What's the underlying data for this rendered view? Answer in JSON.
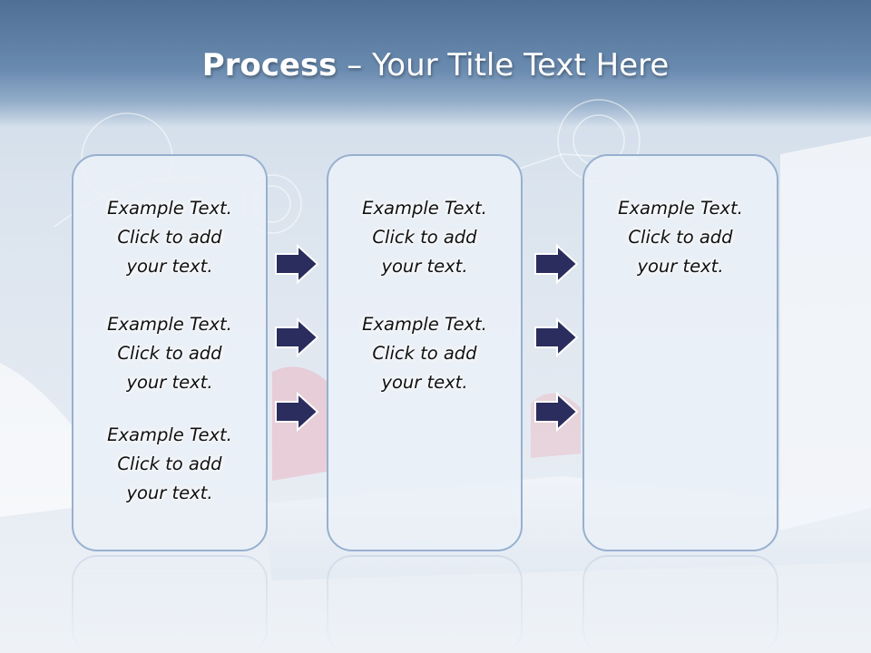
{
  "title": {
    "bold": "Process",
    "rest": " – Your Title Text Here"
  },
  "blocks": [
    {
      "items": [
        {
          "line1": "Example Text.",
          "line2": "Click  to add",
          "line3": "your text."
        },
        {
          "line1": "Example Text.",
          "line2": "Click  to add",
          "line3": "your text."
        },
        {
          "line1": "Example Text.",
          "line2": "Click  to add",
          "line3": "your text."
        }
      ]
    },
    {
      "items": [
        {
          "line1": "Example Text.",
          "line2": "Click  to add",
          "line3": "your text."
        },
        {
          "line1": "Example Text.",
          "line2": "Click  to add",
          "line3": "your text."
        }
      ]
    },
    {
      "items": [
        {
          "line1": "Example Text.",
          "line2": "Click  to add",
          "line3": "your text."
        }
      ]
    }
  ],
  "colors": {
    "arrow_fill": "#2b2d5e",
    "arrow_stroke": "#ffffff",
    "box_border": "#97b0cf",
    "title_band": "#5a7ba0"
  },
  "icons": {
    "arrow": "right-arrow-icon"
  }
}
